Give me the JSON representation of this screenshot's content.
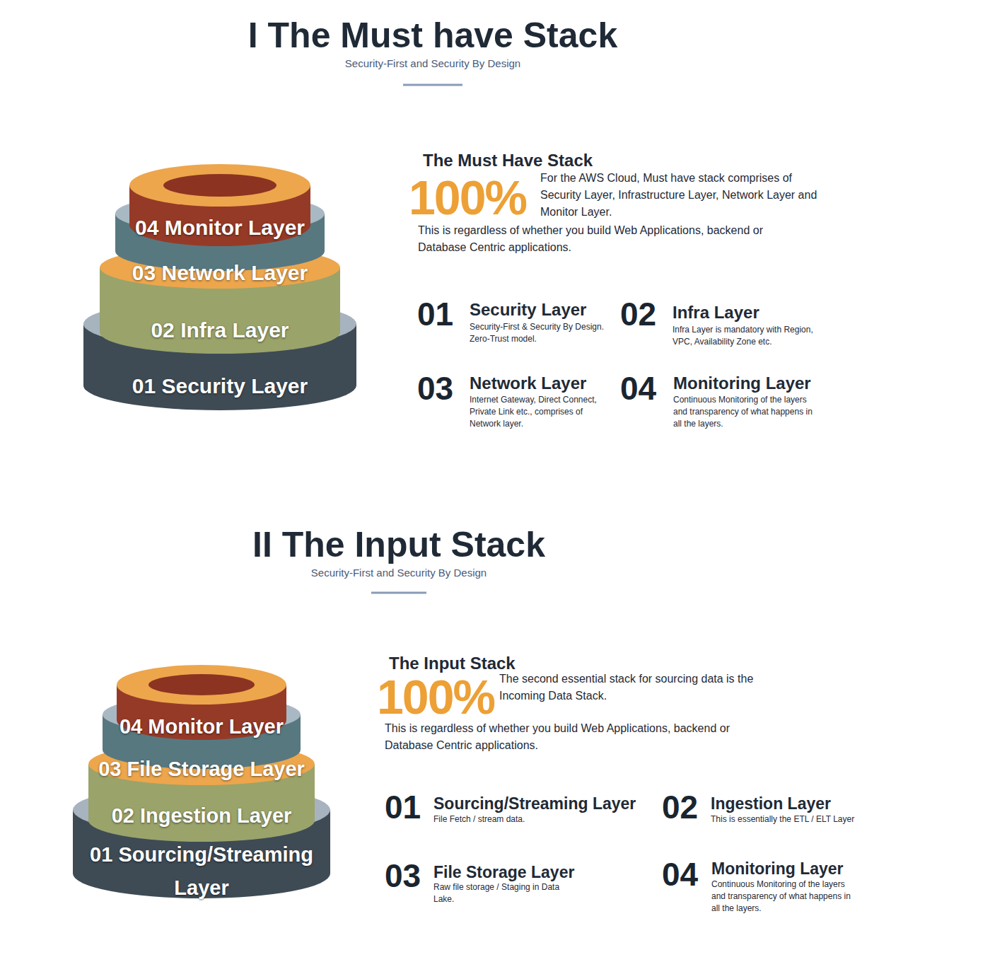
{
  "diagram": {
    "title": "I The Must have Stack",
    "nodes": [
      {
        "text": [
          "04 Monitor Layer"
        ]
      },
      {
        "text": [
          "03 Network Layer"
        ]
      },
      {
        "text": [
          "02 Infra Layer"
        ]
      },
      {
        "text": [
          "01 Security Layer"
        ]
      },
      {
        "text": [
          "04 Monitor Layer"
        ]
      },
      {
        "text": [
          "03 File Storage Layer"
        ]
      },
      {
        "text": [
          "02 Ingestion Layer"
        ]
      },
      {
        "text": [
          "01 Sourcing/Streaming Layer"
        ]
      }
    ],
    "labels": [
      "Security-First and Security By Design",
      "The Must Have Stack",
      "100%",
      "For the AWS Cloud, Must have stack comprises of Security Layer, Infrastructure Layer, Network Layer and Monitor Layer.",
      "This is regardless of whether you build Web Applications, backend or Database Centric applications.",
      "01",
      "Security Layer",
      "Security-First & Security By Design. Zero-Trust model.",
      "02",
      "Infra Layer",
      "Infra Layer is mandatory with Region, VPC, Availability Zone etc.",
      "03",
      "Network Layer",
      "Internet Gateway, Direct Connect, Private Link etc., comprises of Network layer.",
      "04",
      "Monitoring Layer",
      "Continuous Monitoring of the layers and transparency of what happens in all the layers.",
      "II The Input Stack",
      "Security-First and Security By Design",
      "The Input Stack",
      "100%",
      "The second essential stack for sourcing data is the Incoming Data Stack.",
      "This is regardless of whether you build Web Applications, backend or Database Centric applications.",
      "01",
      "Sourcing/Streaming Layer",
      "File Fetch / stream data.",
      "02",
      "Ingestion Layer",
      "This is essentially the ETL / ELT Layer",
      "03",
      "File Storage Layer",
      "Raw file storage / Staging in Data Lake.",
      "04",
      "Monitoring Layer",
      "Continuous Monitoring of the layers and transparency of what happens in all the layers."
    ]
  }
}
